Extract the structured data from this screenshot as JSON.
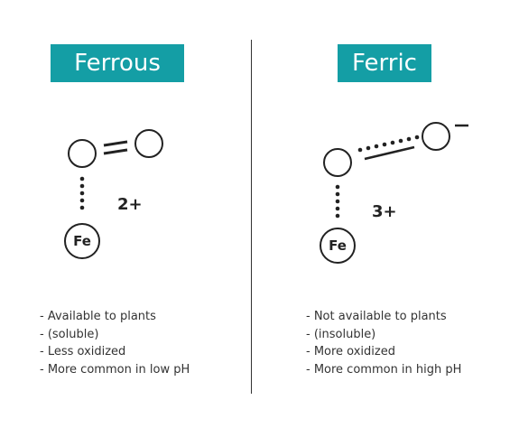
{
  "ferrous": {
    "title": "Ferrous",
    "atom_label": "Fe",
    "charge": "2+",
    "properties": [
      "- Available to plants",
      "- (soluble)",
      "- Less oxidized",
      "- More common in low pH"
    ]
  },
  "ferric": {
    "title": "Ferric",
    "atom_label": "Fe",
    "charge": "3+",
    "properties": [
      "- Not available to plants",
      "- (insoluble)",
      "- More oxidized",
      "- More common in high pH"
    ]
  },
  "colors": {
    "title_background": "#149ea5",
    "title_text": "#ffffff",
    "line": "#222222"
  }
}
